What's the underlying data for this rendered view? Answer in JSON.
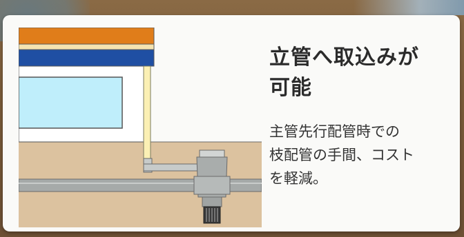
{
  "heading": {
    "lines": [
      "立管へ取込みが",
      "可能"
    ]
  },
  "description": {
    "lines": [
      "主管先行配管時での",
      "枝配管の手間、コスト",
      "を軽減。"
    ]
  },
  "colors": {
    "background_brown": "#7b5c3a",
    "card": "#fafaf8",
    "roof_orange": "#e07d1a",
    "roof_blue": "#1f4fa3",
    "window_cyan": "#bfeefb",
    "ground": "#dcc29f",
    "pipe_gray": "#a6aaa9",
    "downpipe_yellow": "#fbf0b4"
  }
}
